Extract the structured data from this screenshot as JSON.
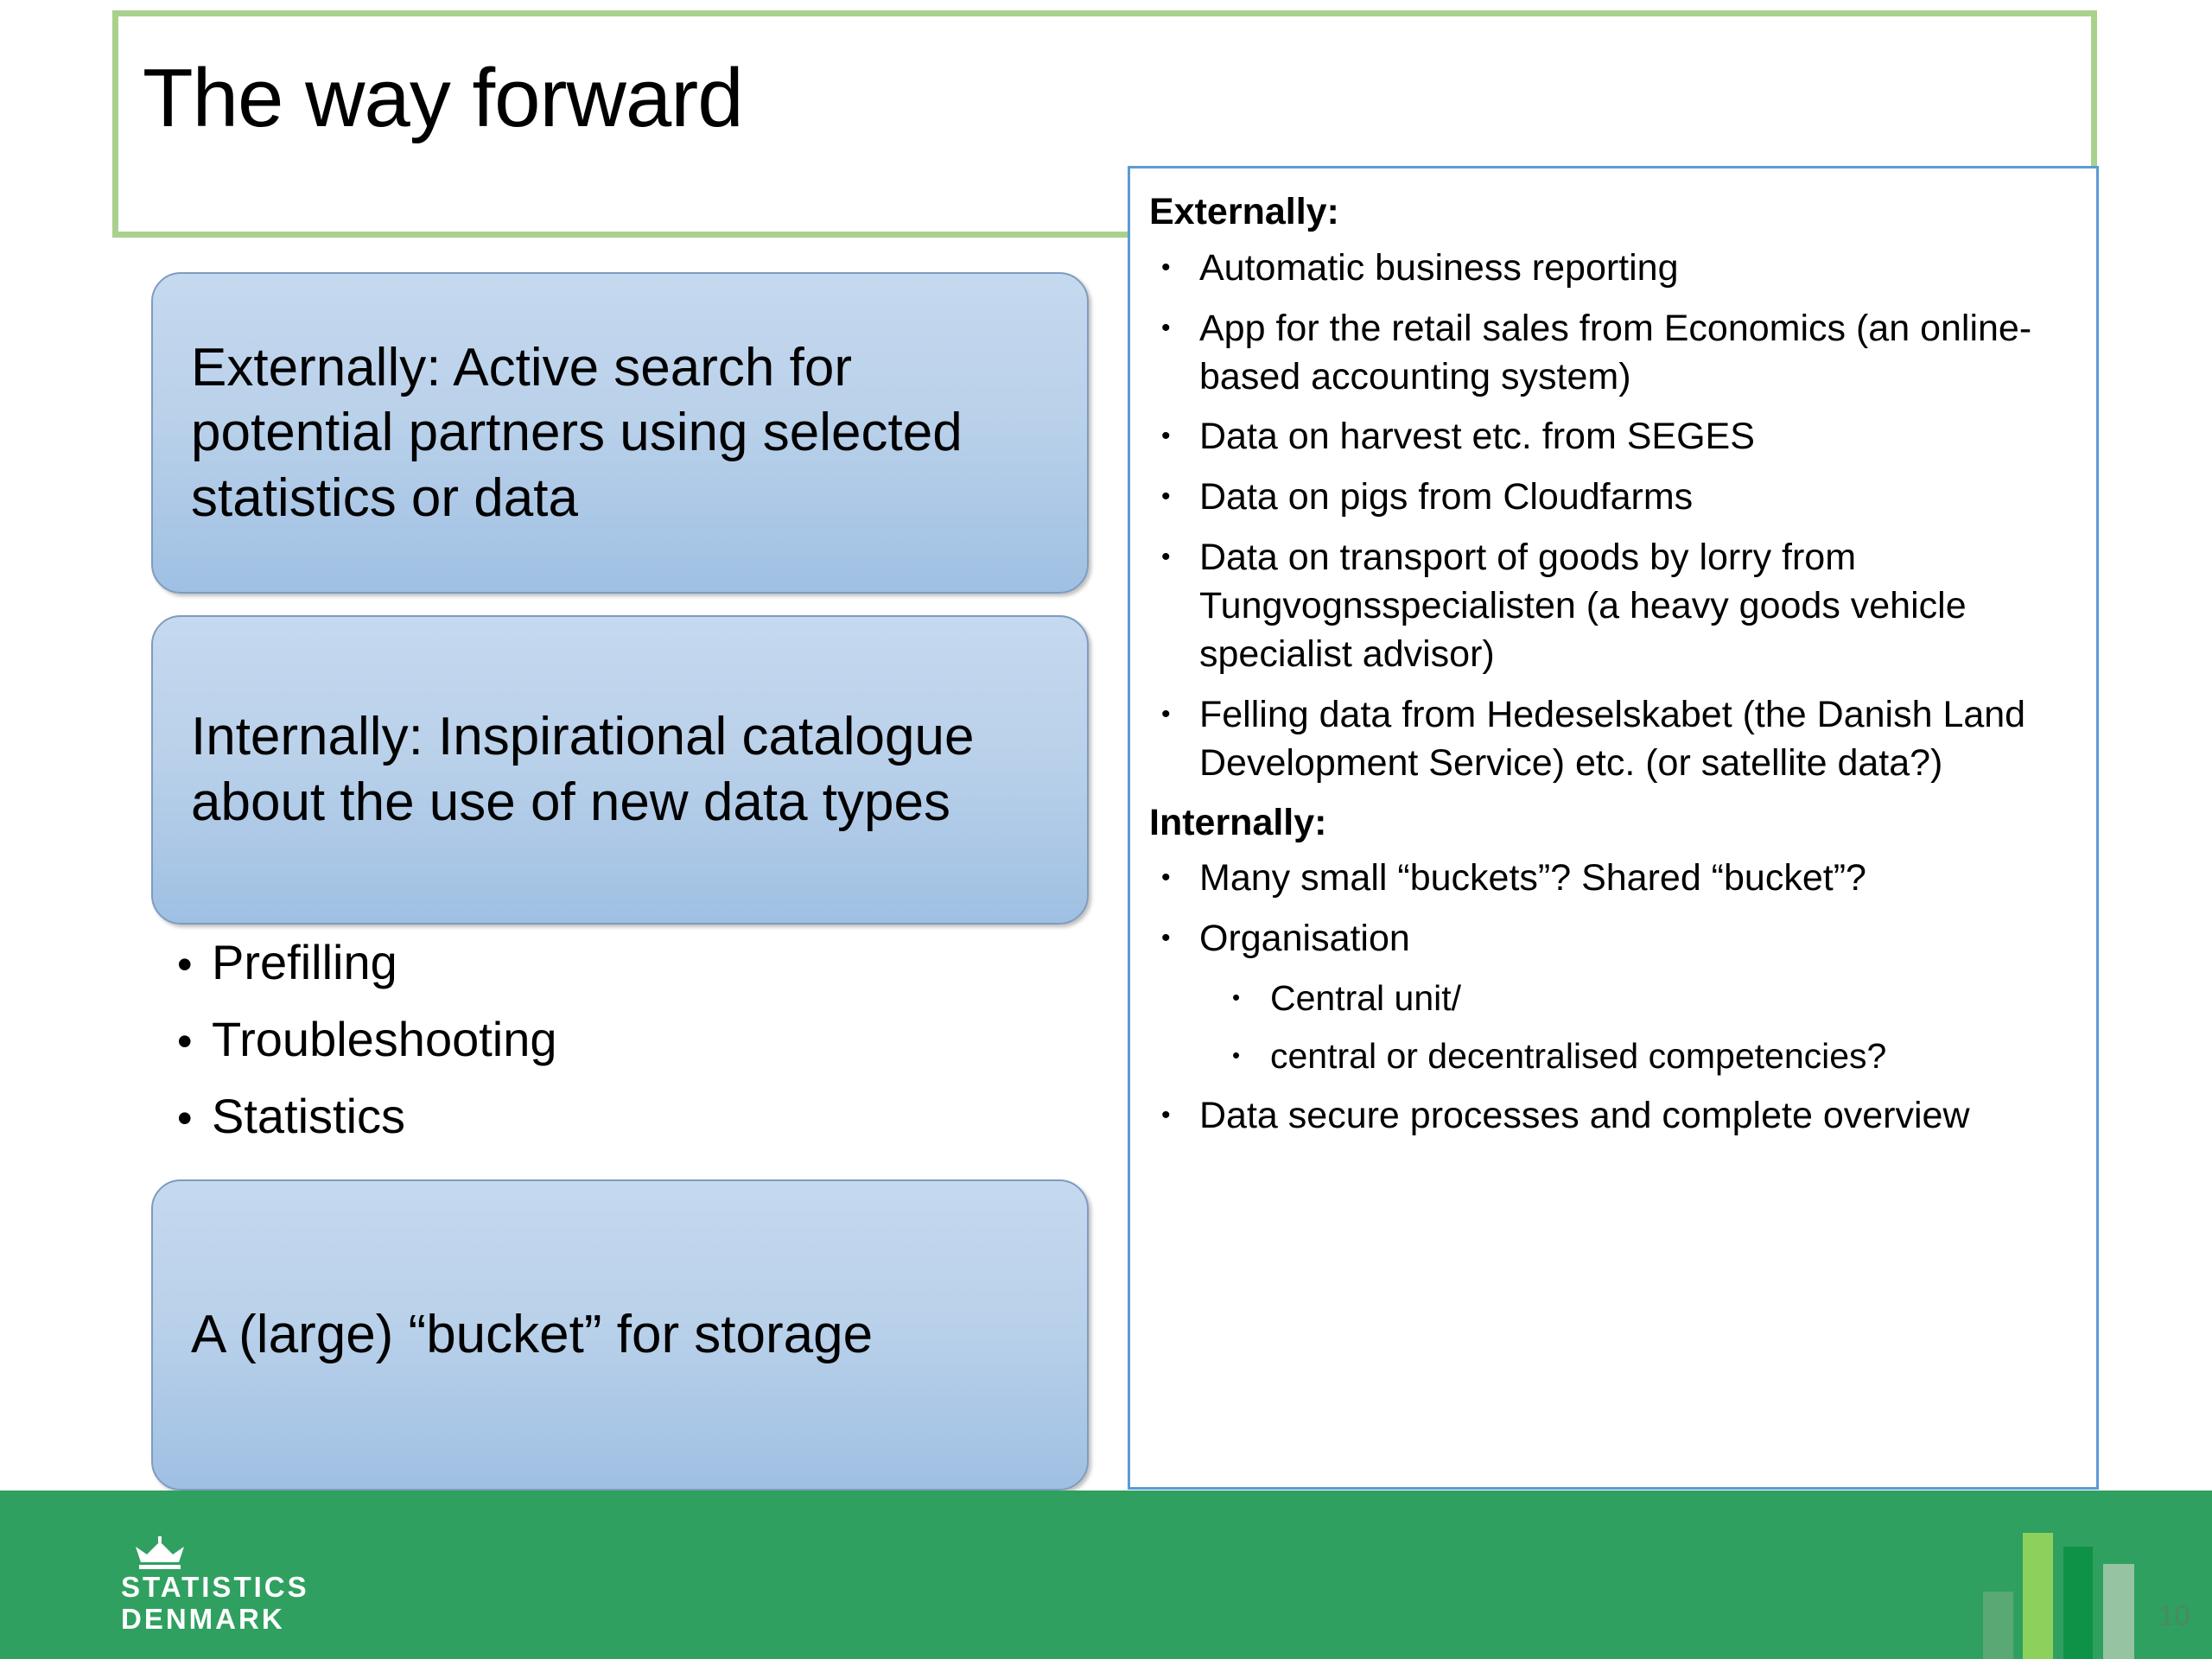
{
  "slide": {
    "title": "The way forward",
    "accent_green": "#a9d18e",
    "panel_blue": "#5b9bd5",
    "footer_green": "#2fa060"
  },
  "left_column": {
    "boxes": [
      {
        "text": "Externally: Active search for potential partners using selected statistics or data"
      },
      {
        "text": "Internally: Inspirational catalogue about the use of new data types"
      },
      {
        "text": "A (large) “bucket” for storage"
      }
    ],
    "sub_bullets": [
      {
        "bullet": "•",
        "label": "Prefilling"
      },
      {
        "bullet": "•",
        "label": "Troubleshooting"
      },
      {
        "bullet": "•",
        "label": "Statistics"
      }
    ]
  },
  "right_panel": {
    "externally_heading": "Externally:",
    "externally_items": [
      "Automatic business reporting",
      "App for the retail sales from Economics (an online-based accounting system)",
      "Data on harvest etc. from SEGES",
      "Data on pigs from Cloudfarms",
      "Data on transport of goods by lorry from Tungvognsspecialisten (a heavy goods vehicle specialist advisor)",
      "Felling data from Hedeselskabet (the Danish Land Development Service) etc. (or satellite data?)"
    ],
    "internally_heading": "Internally:",
    "internally_items": [
      {
        "level": 1,
        "bullet": "•",
        "text": "Many small “buckets”? Shared “bucket”?"
      },
      {
        "level": 1,
        "bullet": "•",
        "text": "Organisation"
      },
      {
        "level": 2,
        "bullet": "•",
        "text": "Central unit/"
      },
      {
        "level": 2,
        "bullet": "•",
        "text": " central or decentralised competencies?"
      },
      {
        "level": 1,
        "bullet": "•",
        "text": "Data secure processes and complete overview"
      }
    ],
    "bullet_glyph": "•"
  },
  "footer": {
    "logo_line_1": "STATISTICS",
    "logo_line_2": "DENMARK",
    "logo_icon": "crown-icon",
    "page_number": "10",
    "bar_colors": [
      "#5aa873",
      "#8ed05c",
      "#0e9247",
      "#96c4a3"
    ]
  }
}
